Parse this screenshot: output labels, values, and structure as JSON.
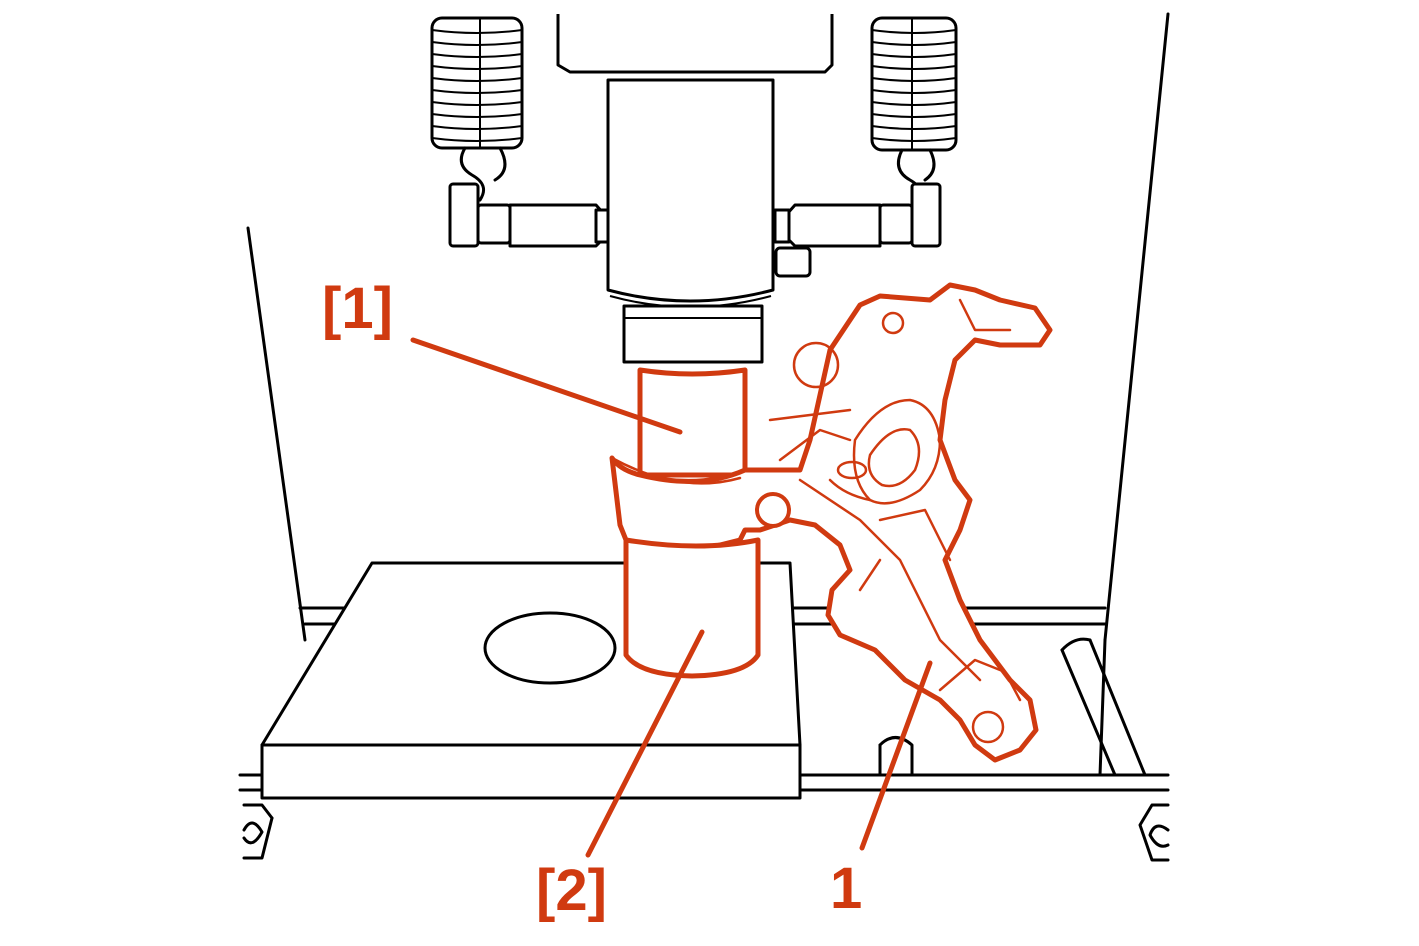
{
  "colors": {
    "accent": "#d03a10",
    "line": "#000000",
    "background": "#ffffff"
  },
  "callouts": [
    {
      "id": "tool-1",
      "text": "[1]"
    },
    {
      "id": "tool-2",
      "text": "[2]"
    },
    {
      "id": "part-1",
      "text": "1"
    }
  ]
}
